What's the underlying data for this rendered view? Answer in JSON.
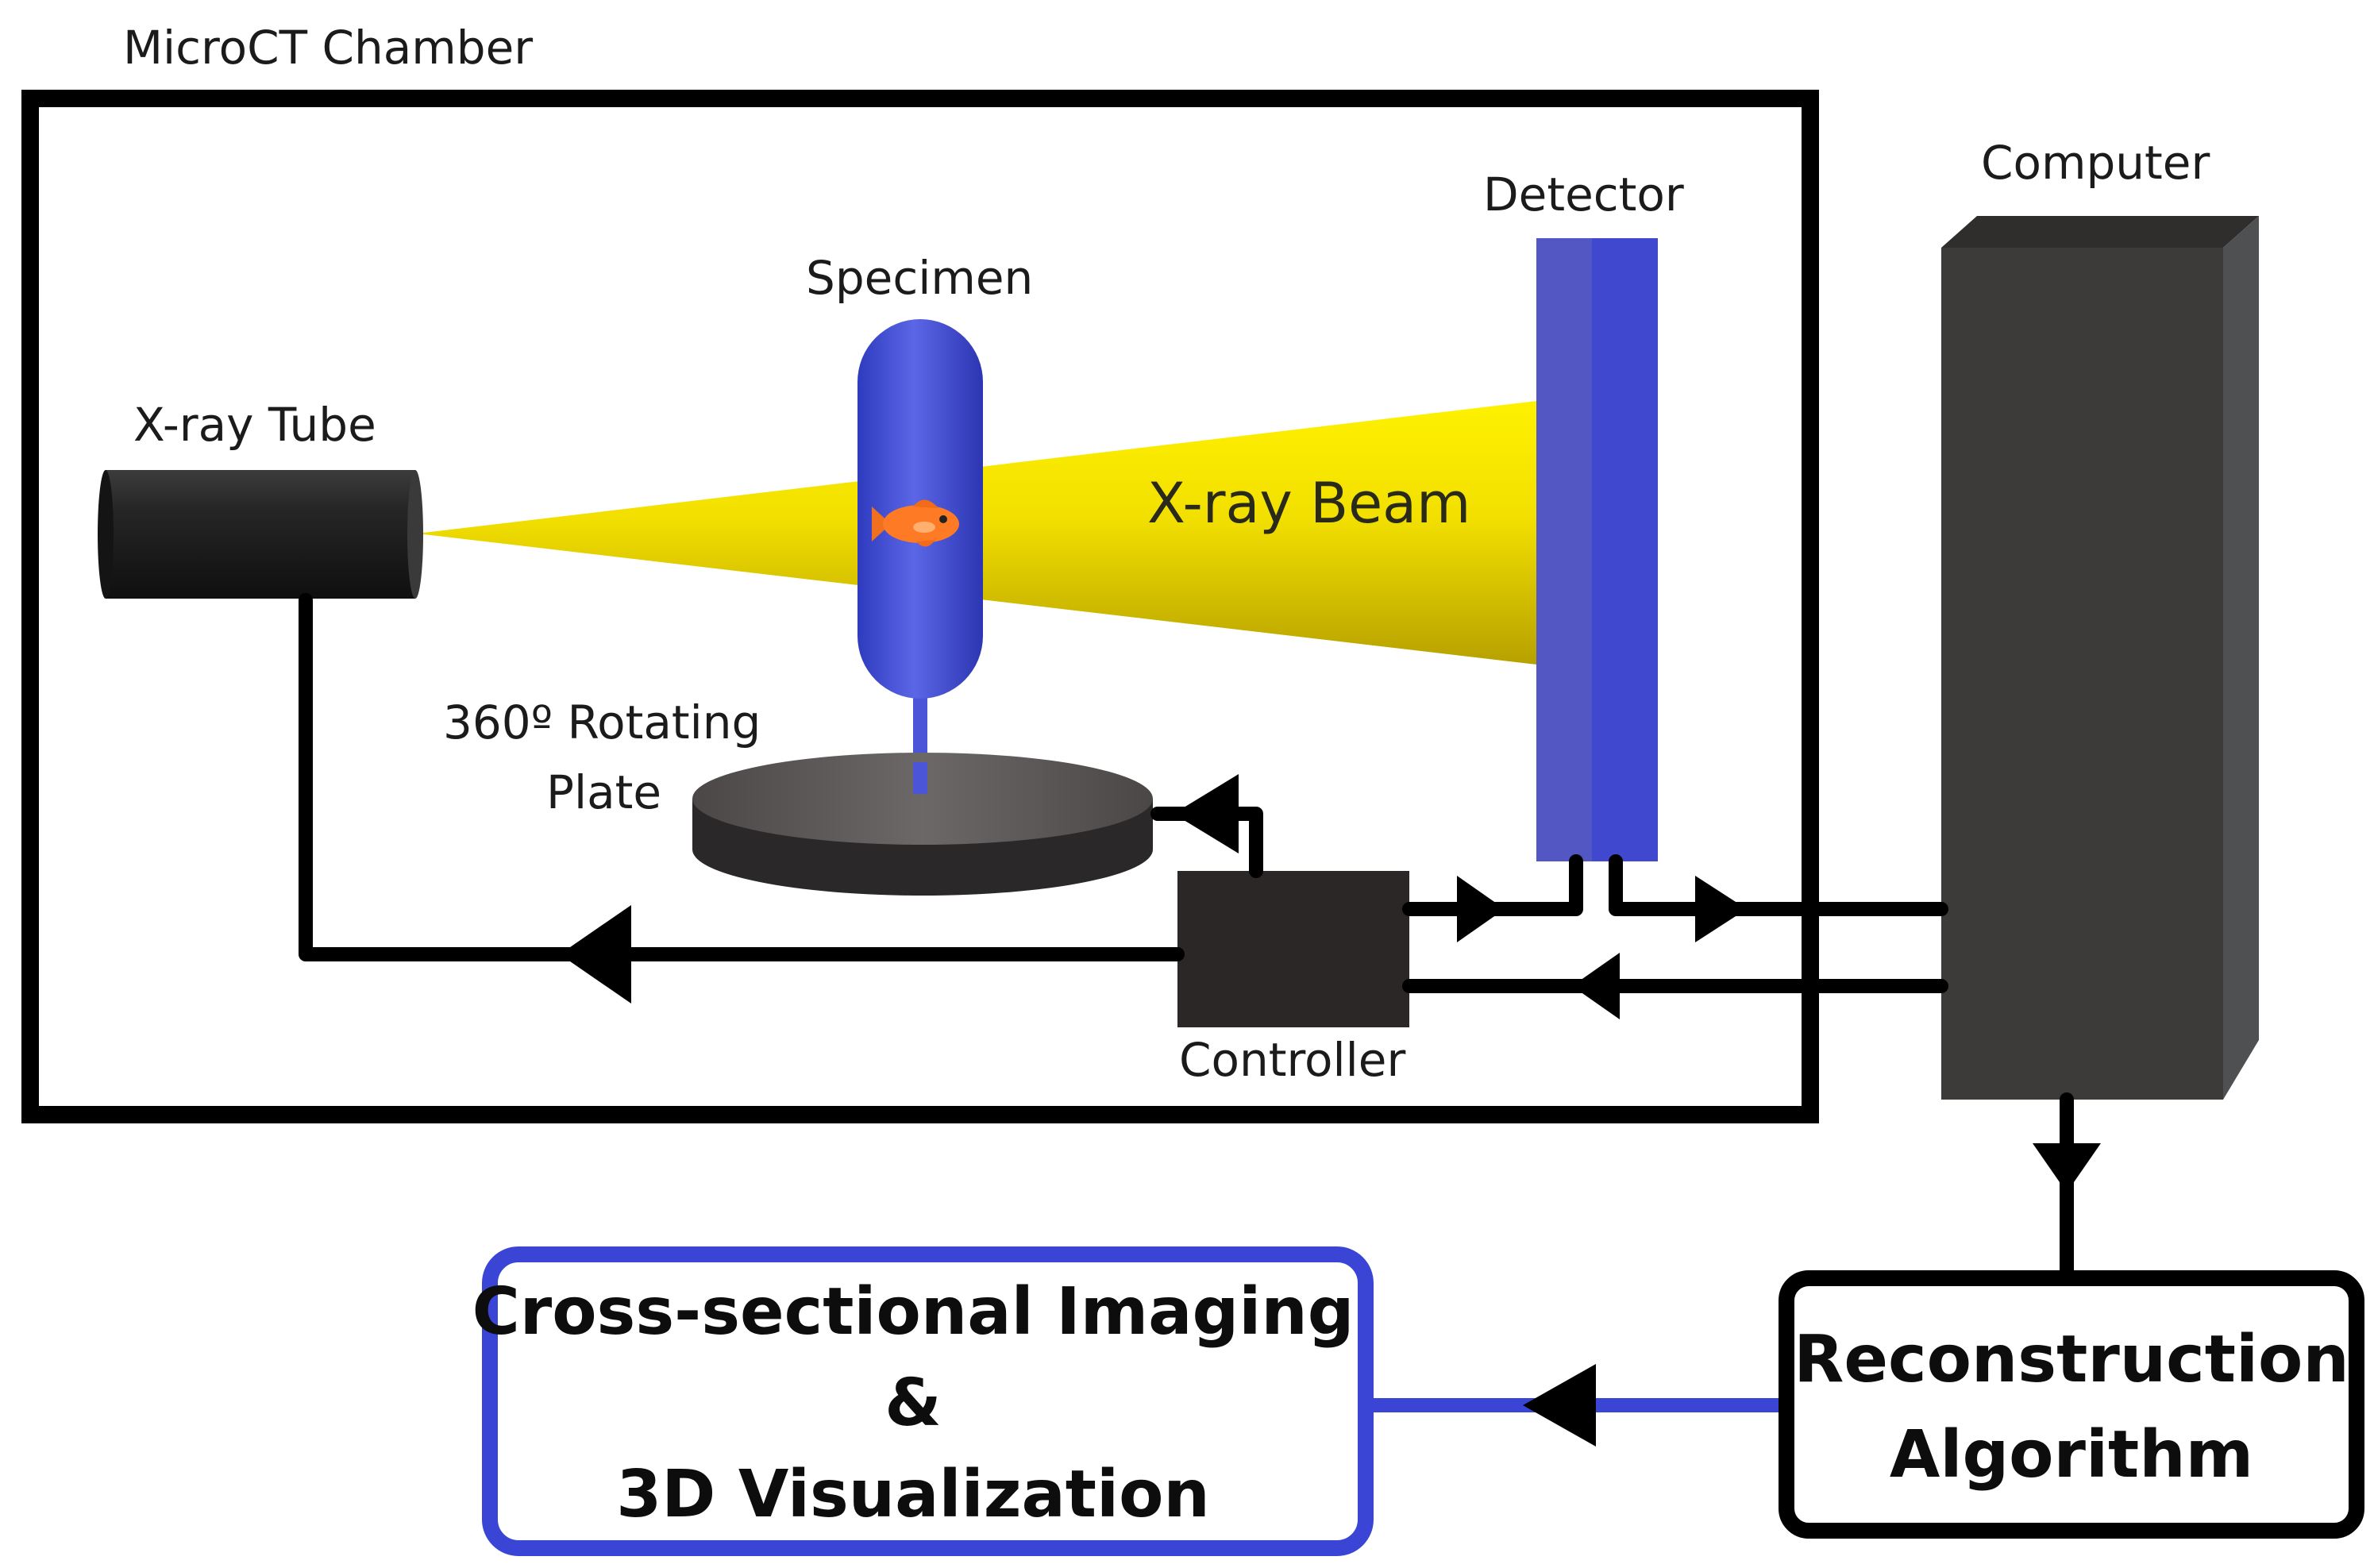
{
  "labels": {
    "chamber": "MicroCT Chamber",
    "xray_tube": "X-ray Tube",
    "specimen": "Specimen",
    "detector": "Detector",
    "computer": "Computer",
    "xray_beam": "X-ray Beam",
    "rotating_plate_line1": "360º Rotating",
    "rotating_plate_line2": "Plate",
    "controller": "Controller"
  },
  "output_box": {
    "line1": "Cross-sectional Imaging",
    "line2": "&",
    "line3": "3D Visualization"
  },
  "algorithm_box": {
    "line1": "Reconstruction",
    "line2": "Algorithm"
  },
  "colors": {
    "beam": "#f3e300",
    "specimen": "#4a55d8",
    "detector": "#4048c8",
    "computer": "#3d3b39",
    "controller": "#2b2727",
    "output_border": "#3a45d6",
    "chamber_border": "#000000"
  },
  "icons": [
    "fish-icon"
  ]
}
